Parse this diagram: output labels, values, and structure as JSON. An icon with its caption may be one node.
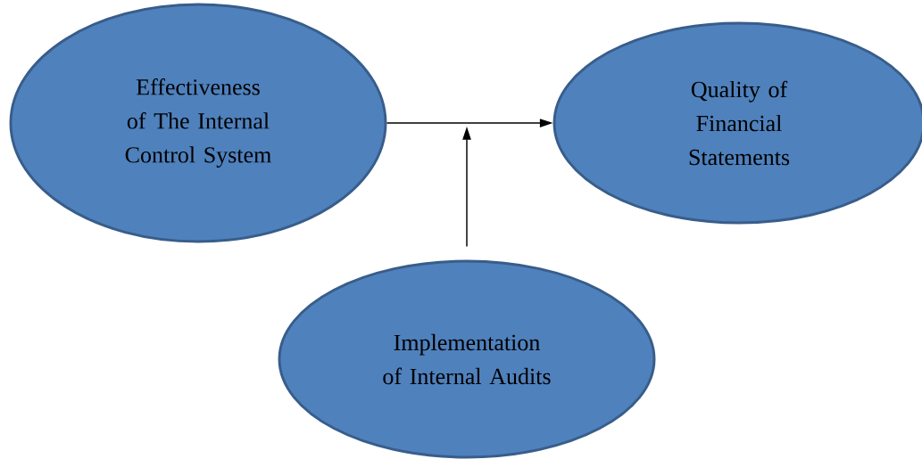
{
  "diagram": {
    "nodes": [
      {
        "text": [
          "Effectiveness of The Internal Control System"
        ]
      },
      {
        "text": [
          "Quality of Financial Statements"
        ]
      },
      {
        "text": [
          "Implementation of Internal Audits"
        ]
      }
    ],
    "edges": [
      {
        "from": 0,
        "to": 1,
        "arrow": "to"
      },
      {
        "from": 2,
        "to": null,
        "arrow": "to"
      }
    ]
  }
}
